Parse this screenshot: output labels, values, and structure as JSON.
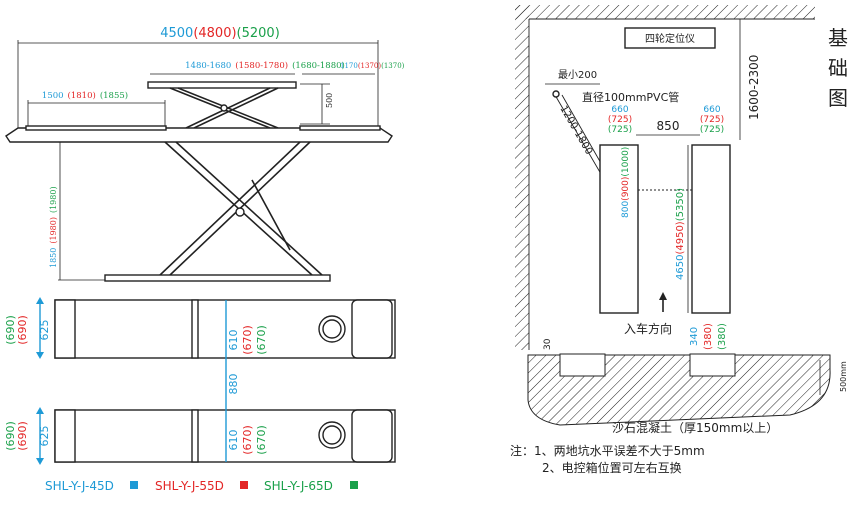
{
  "lift": {
    "total_len": {
      "b": "4500",
      "r": "(4800)",
      "g": "(5200)"
    },
    "top_len": {
      "b": "1480-1680",
      "r": "(1580-1780)",
      "g": "(1680-1880)"
    },
    "small_len": {
      "b": "1170",
      "r": "(1370)",
      "g": "(1370)"
    },
    "platform_len": {
      "b": "1500",
      "r": "(1810)",
      "g": "(1855)"
    },
    "ext_height": "500",
    "height": {
      "b": "1850",
      "r": "(1980)",
      "g": "(1980)"
    }
  },
  "plan": {
    "width_top": {
      "g": "(690)",
      "r": "(690)",
      "b": "625"
    },
    "width_mid": {
      "b": "610",
      "r": "(670)",
      "g": "(670)"
    },
    "gap": "880",
    "width_bot": {
      "g": "(690)",
      "r": "(690)",
      "b": "625"
    },
    "width_bot2": {
      "b": "610",
      "r": "(670)",
      "g": "(670)"
    }
  },
  "legend": {
    "m45": "SHL-Y-J-45D",
    "m55": "SHL-Y-J-55D",
    "m65": "SHL-Y-J-65D",
    "colors": {
      "m45": "#1e9ad6",
      "m55": "#e32626",
      "m65": "#1aa04a"
    }
  },
  "foundation": {
    "title_chars": [
      "基",
      "础",
      "图"
    ],
    "aligner": "四轮定位仪",
    "depth_range": "1600-2300",
    "min_dist": "最小200",
    "pipe": "直径100mmPVC管",
    "pipe_len": "1200-1800",
    "pit_left_w": {
      "b": "660",
      "r": "(725)",
      "g": "(725)"
    },
    "pit_gap": "850",
    "pit_right_w": {
      "b": "660",
      "r": "(725)",
      "g": "(725)"
    },
    "pit_left_len": {
      "b": "800",
      "r": "(900)",
      "g": "(1000)"
    },
    "pit_right_len": {
      "b": "4650",
      "r": "(4950)",
      "g": "(5350)"
    },
    "direction": "入车方向",
    "depth_labels": {
      "b": "340",
      "r": "(380)",
      "g": "(380)"
    },
    "side_30": "30",
    "side_500": "500mm",
    "concrete": "沙石混凝土（厚150mm以上）",
    "note1": "注：1、两地坑水平误差不大于5mm",
    "note2": "2、电控箱位置可左右互换"
  }
}
